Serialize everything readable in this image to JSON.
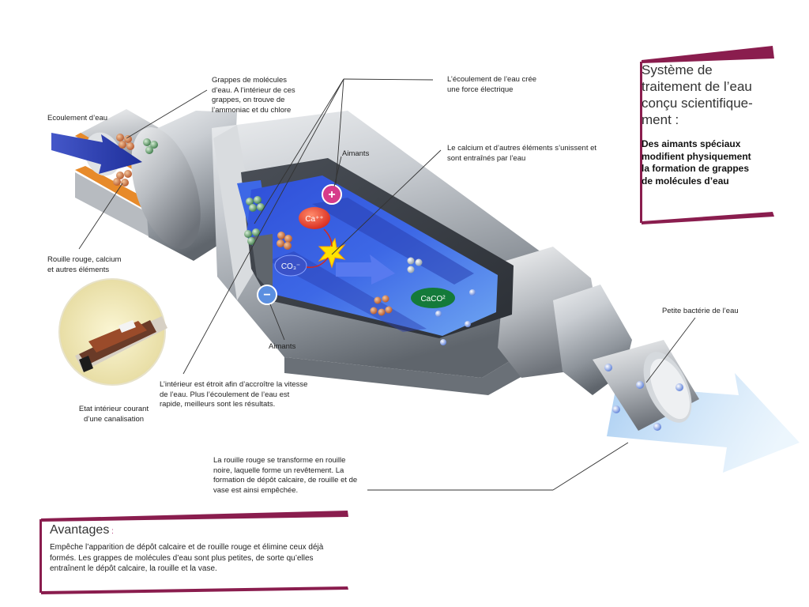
{
  "header": {
    "title": "Système de\ntraitement de l’eau\nconçu scientifique-\nment :",
    "subtitle": "Des aimants spéciaux\nmodifient physiquement\nla formation de grappes\nde molécules d’eau"
  },
  "labels": {
    "water_flow": "Ecoulement d’eau",
    "clusters": "Grappes de molécules\nd’eau. A l’intérieur de ces\ngrappes, on trouve de\nl’ammoniac et du chlore",
    "electric_force": "L’écoulement de l’eau crée\nune force électrique",
    "magnets_top": "Aimants",
    "calcium": "Le calcium et d’autres éléments s’unissent et\nsont entraînés par l’eau",
    "rust": "Rouille rouge, calcium\net autres éléments",
    "bacteria": "Petite bactérie de l’eau",
    "magnets_bottom": "Aimants",
    "narrow": "L’intérieur est étroit afin d’accroître la vitesse\nde l’eau. Plus l’écoulement de l’eau est\nrapide, meilleurs sont les résultats.",
    "pipe_state": "Etat intérieur courant\nd’une canalisation",
    "black_rust": "La rouille rouge se transforme en rouille\nnoire, laquelle forme un revêtement. La\nformation de dépôt calcaire, de rouille et de\nvase est ainsi empêchée."
  },
  "diagram": {
    "plus_sign": "+",
    "minus_sign": "−",
    "calcium_ion": "Ca⁺⁺",
    "carbonate_ion": "CO₃⁻",
    "calcium_carbonate": "CaCO²"
  },
  "advantages": {
    "title": "Avantages",
    "colon": " :",
    "text": "Empêche l’apparition de dépôt calcaire et de rouille rouge et élimine ceux déjà\nformés. Les grappes de molécules d’eau sont plus petites, de sorte qu’elles\nentraînent le dépôt calcaire, la rouille et la vase."
  },
  "colors": {
    "accent": "#8a1d4e",
    "water_blue": "#3f63e0",
    "metal": "#b5b9bf",
    "plus_pole": "#d63b8a",
    "minus_pole": "#5b8fe0"
  }
}
